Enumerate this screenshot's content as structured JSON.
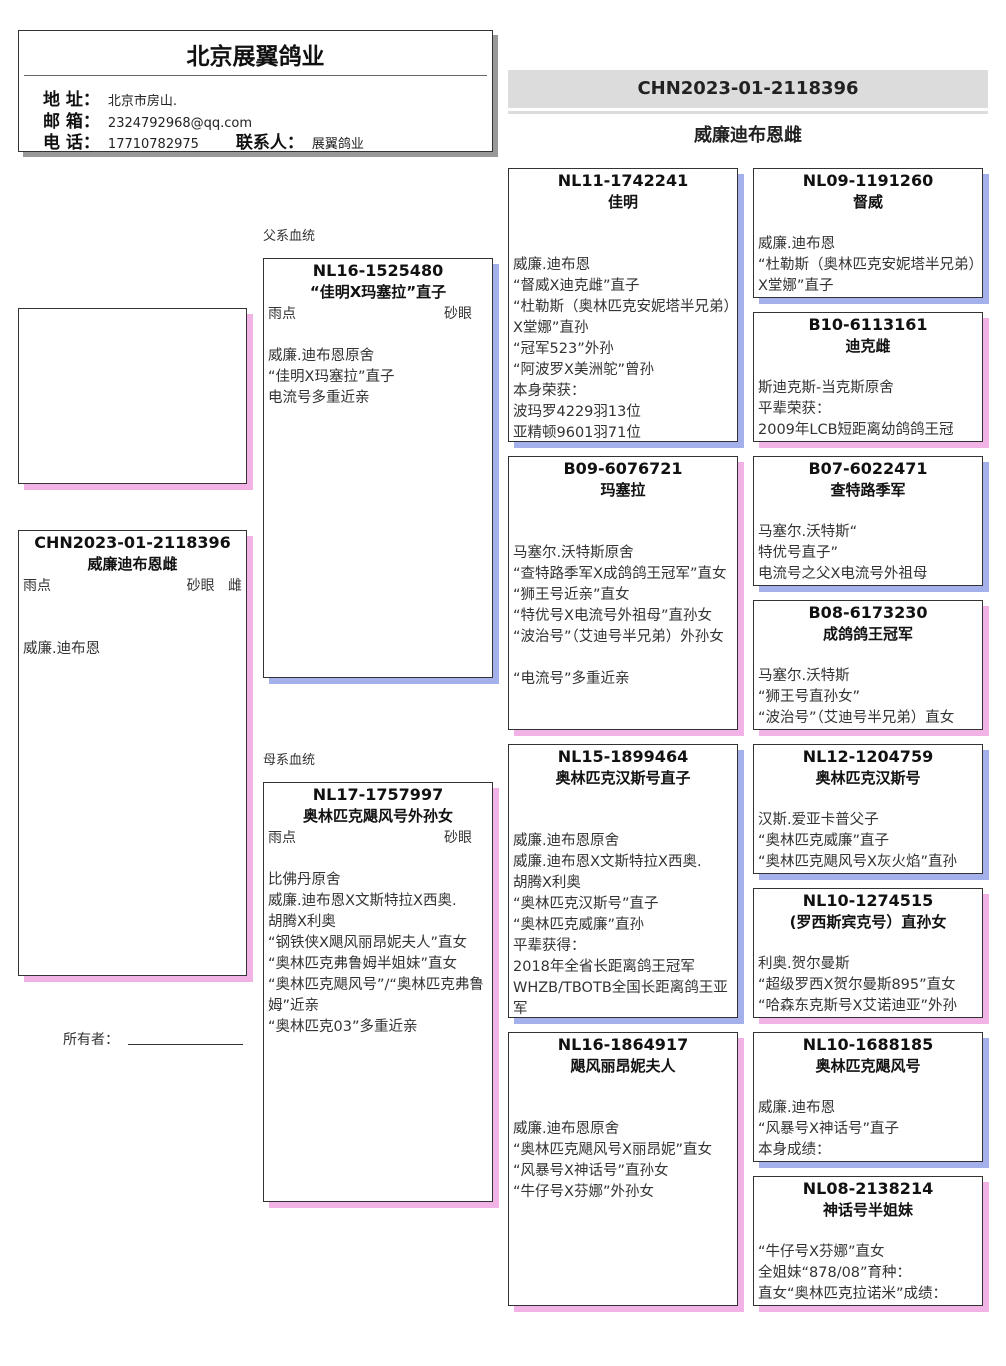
{
  "header": {
    "title": "北京展翼鸽业",
    "address_label": "地 址：",
    "address": "北京市房山.",
    "email_label": "邮 箱：",
    "email": "2324792968@qq.com",
    "phone_label": "电 话：",
    "phone": "17710782975",
    "contact_label": "联系人：",
    "contact": "展翼鸽业"
  },
  "subject": {
    "ring": "CHN2023-01-2118396",
    "name": "威廉迪布恩雌",
    "pattern": "雨点",
    "eye": "砂眼",
    "sex": "雌",
    "lines": [
      "",
      "",
      "威廉.迪布恩"
    ]
  },
  "sections": {
    "sire": "父系血统",
    "dam": "母系血统"
  },
  "owner": {
    "label": "所有者："
  },
  "colors": {
    "male_shadow": "#a4b0ea",
    "female_shadow": "#f1b2e6",
    "band": "#dcdcdc"
  },
  "sire": {
    "ring": "NL16-1525480",
    "name": "“佳明X玛塞拉”直子",
    "pattern": "雨点",
    "eye": "砂眼",
    "sex": "m",
    "lines": [
      "",
      "威廉.迪布恩原舍",
      "“佳明X玛塞拉”直子",
      "电流号多重近亲"
    ]
  },
  "dam": {
    "ring": "NL17-1757997",
    "name": "奥林匹克飓风号外孙女",
    "pattern": "雨点",
    "eye": "砂眼",
    "sex": "f",
    "lines": [
      "",
      "比佛丹原舍",
      "威廉.迪布恩X文斯特拉X西奥.",
      "胡腾X利奥",
      "“钢铁侠X飓风丽昂妮夫人”直女",
      "“奥林匹克弗鲁姆半姐妹”直女",
      "“奥林匹克飓风号”/“奥林匹克弗鲁姆”近亲",
      "“奥林匹克03”多重近亲"
    ]
  },
  "gen3": [
    {
      "ring": "NL11-1742241",
      "name": "佳明",
      "sex": "m",
      "lines": [
        "",
        "",
        "威廉.迪布恩",
        "“督威X迪克雌”直子",
        "“杜勒斯（奥林匹克安妮塔半兄弟）X堂娜”直孙",
        "“冠军523”外孙",
        "“阿波罗X美洲鸵”曾孙",
        "本身荣获：",
        "波玛罗4229羽13位",
        "亚精顿9601羽71位"
      ]
    },
    {
      "ring": "B09-6076721",
      "name": "玛塞拉",
      "sex": "f",
      "lines": [
        "",
        "",
        "马塞尔.沃特斯原舍",
        "“查特路季军X成鸽鸽王冠军”直女",
        "“狮王号近亲”直女",
        "“特优号X电流号外祖母”直孙女",
        "“波治号”（艾迪号半兄弟）外孙女",
        "",
        "“电流号”多重近亲"
      ]
    },
    {
      "ring": "NL15-1899464",
      "name": "奥林匹克汉斯号直子",
      "sex": "m",
      "lines": [
        "",
        "",
        "威廉.迪布恩原舍",
        "威廉.迪布恩X文斯特拉X西奥.",
        "胡腾X利奥",
        "“奥林匹克汉斯号”直子",
        "“奥林匹克威廉”直孙",
        "平辈获得：",
        "2018年全省长距离鸽王冠军",
        "WHZB/TBOTB全国长距离鸽王亚军"
      ]
    },
    {
      "ring": "NL16-1864917",
      "name": "飓风丽昂妮夫人",
      "sex": "f",
      "lines": [
        "",
        "",
        "威廉.迪布恩原舍",
        "“奥林匹克飓风号X丽昂妮”直女",
        "“风暴号X神话号”直孙女",
        "“牛仔号X芬娜”外孙女"
      ]
    }
  ],
  "gen4": [
    {
      "ring": "NL09-1191260",
      "name": "督威",
      "sex": "m",
      "lines": [
        "",
        "威廉.迪布恩",
        "“杜勒斯（奥林匹克安妮塔半兄弟）X堂娜”直子"
      ]
    },
    {
      "ring": "B10-6113161",
      "name": "迪克雌",
      "sex": "f",
      "lines": [
        "",
        "斯迪克斯-当克斯原舍",
        "平辈荣获：",
        "2009年LCB短距离幼鸽鸽王冠"
      ]
    },
    {
      "ring": "B07-6022471",
      "name": "查特路季军",
      "sex": "m",
      "lines": [
        "",
        "马塞尔.沃特斯“",
        "特优号直子”",
        "电流号之父X电流号外祖母"
      ]
    },
    {
      "ring": "B08-6173230",
      "name": "成鸽鸽王冠军",
      "sex": "f",
      "lines": [
        "",
        "马塞尔.沃特斯",
        "“狮王号直孙女”",
        "“波治号”（艾迪号半兄弟）直女"
      ]
    },
    {
      "ring": "NL12-1204759",
      "name": "奥林匹克汉斯号",
      "sex": "m",
      "lines": [
        "",
        "汉斯.爱亚卡普父子",
        "“奥林匹克威廉”直子",
        "“奥林匹克飓风号X灰火焰”直孙"
      ]
    },
    {
      "ring": "NL10-1274515",
      "name": "(罗西斯宾克号）直孙女",
      "sex": "f",
      "lines": [
        "",
        "利奥.贺尔曼斯",
        "“超级罗西X贺尔曼斯895”直女",
        "“哈森东克斯号X艾诺迪亚”外孙"
      ]
    },
    {
      "ring": "NL10-1688185",
      "name": "奥林匹克飓风号",
      "sex": "m",
      "lines": [
        "",
        "威廉.迪布恩",
        "“风暴号X神话号”直子",
        "本身成绩："
      ]
    },
    {
      "ring": "NL08-2138214",
      "name": "神话号半姐妹",
      "sex": "f",
      "lines": [
        "",
        "“牛仔号X芬娜”直女",
        "全姐妹“878/08”育种：",
        "直女“奥林匹克拉诺米”成绩："
      ]
    }
  ]
}
